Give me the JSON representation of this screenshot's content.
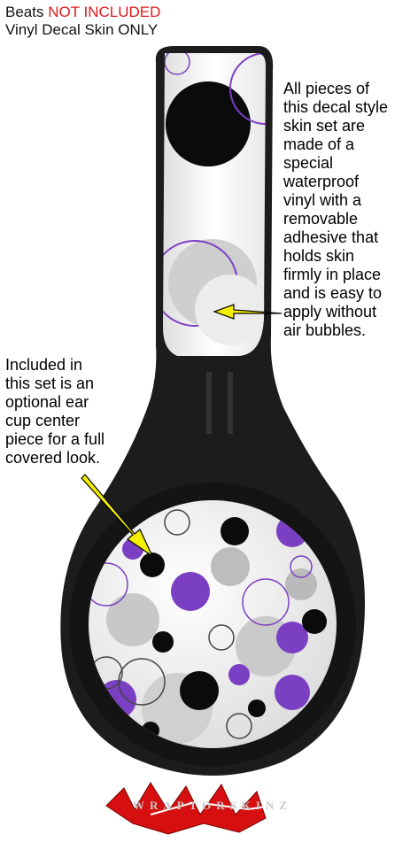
{
  "header": {
    "line1_prefix": "Beats",
    "line1_highlight": "NOT INCLUDED",
    "line2": "Vinyl Decal Skin ONLY"
  },
  "callouts": {
    "right": [
      "All pieces of",
      "this decal style",
      "skin set are",
      "made of a",
      "special",
      "waterproof",
      "vinyl with a",
      "removable",
      "adhesive that",
      "holds skin",
      "firmly in place",
      "and is easy to",
      "apply without",
      "air bubbles."
    ],
    "left": [
      "Included in",
      "this set is an",
      "optional ear",
      "cup center",
      "piece for a full",
      "covered look."
    ]
  },
  "logo": {
    "text": "WRAPTORSKINZ"
  },
  "colors": {
    "header_highlight": "#e01b1b",
    "headphone_body": "#1c1c1c",
    "dot_purple": "#7a3fc2",
    "dot_black": "#0b0b0b",
    "dot_gray": "#b8b8b8",
    "arrow": "#f5ee00",
    "logo_red": "#d61010"
  }
}
